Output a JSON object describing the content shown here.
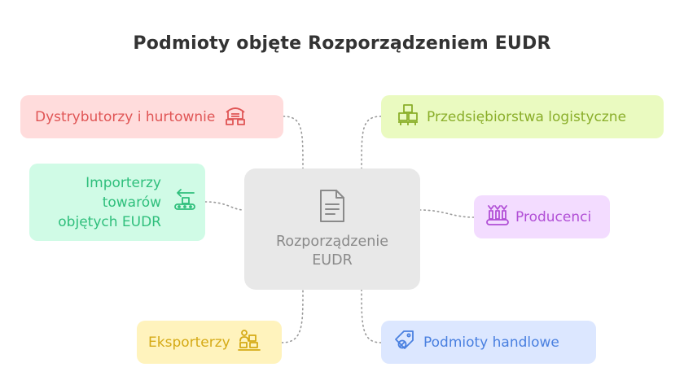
{
  "title": "Podmioty objęte Rozporządzeniem EUDR",
  "center": {
    "label_line1": "Rozporządzenie",
    "label_line2": "EUDR",
    "icon": "document-icon"
  },
  "nodes": {
    "distributors": {
      "label": "Dystrybutorzy i hurtownie",
      "icon": "warehouse-icon",
      "color": "#e05555",
      "bg": "#ffdcdc"
    },
    "logistics": {
      "label": "Przedsiębiorstwa logistyczne",
      "icon": "boxes-icon",
      "color": "#8aae2a",
      "bg": "#eafac0"
    },
    "importers": {
      "line1": "Importerzy",
      "line2": "towarów",
      "line3": "objętych EUDR",
      "icon": "conveyor-import-icon",
      "color": "#2fbf7c",
      "bg": "#d0fbe6"
    },
    "producers": {
      "label": "Producenci",
      "icon": "factory-line-icon",
      "color": "#b14fd6",
      "bg": "#f3dcff"
    },
    "exporters": {
      "label": "Eksporterzy",
      "icon": "worker-boxes-icon",
      "color": "#d5aa16",
      "bg": "#fff3bd"
    },
    "traders": {
      "label": "Podmioty handlowe",
      "icon": "price-tag-icon",
      "color": "#4a80e0",
      "bg": "#dce7ff"
    }
  }
}
